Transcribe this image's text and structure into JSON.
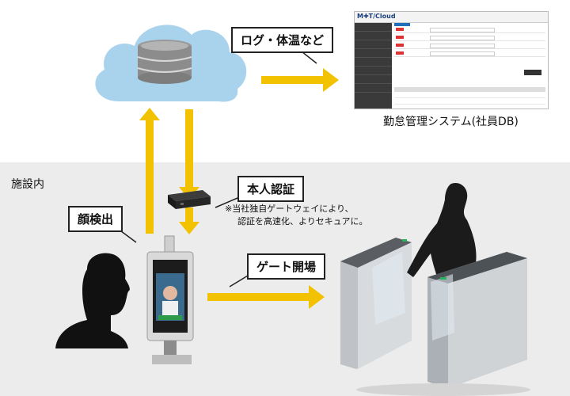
{
  "labels": {
    "log_temp": "ログ・体温など",
    "system_caption": "勤怠管理システム(社員DB)",
    "facility": "施設内",
    "face_detect": "顔検出",
    "auth": "本人認証",
    "gate_open": "ゲート開場",
    "gateway_note_1": "※当社独自ゲートウェイにより、",
    "gateway_note_2": "認証を高速化、よりセキュアに。"
  },
  "screenshot": {
    "logo": "M✚T/Cloud"
  },
  "colors": {
    "arrow": "#f2c200",
    "cloud": "#a9d3ec",
    "facility_bg": "#ececec",
    "callout_border": "#222222"
  },
  "icons": [
    "cloud-database-icon",
    "gateway-box-icon",
    "face-terminal-icon",
    "person-silhouette-icon",
    "turnstile-gate-icon"
  ]
}
